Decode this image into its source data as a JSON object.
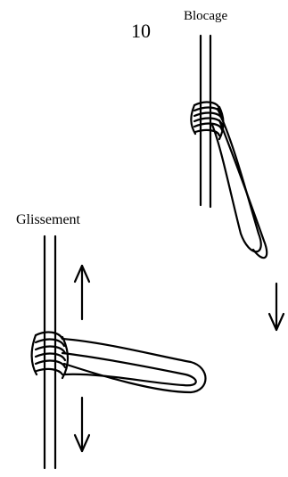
{
  "figure": {
    "number": "10",
    "label_top": "Blocage",
    "label_bottom": "Glissement",
    "stroke_color": "#000000",
    "background_color": "#ffffff"
  },
  "arrows": [
    {
      "name": "arrow-down-blocage",
      "direction": "down"
    },
    {
      "name": "arrow-up-glissement",
      "direction": "up"
    },
    {
      "name": "arrow-down-glissement",
      "direction": "down"
    }
  ]
}
